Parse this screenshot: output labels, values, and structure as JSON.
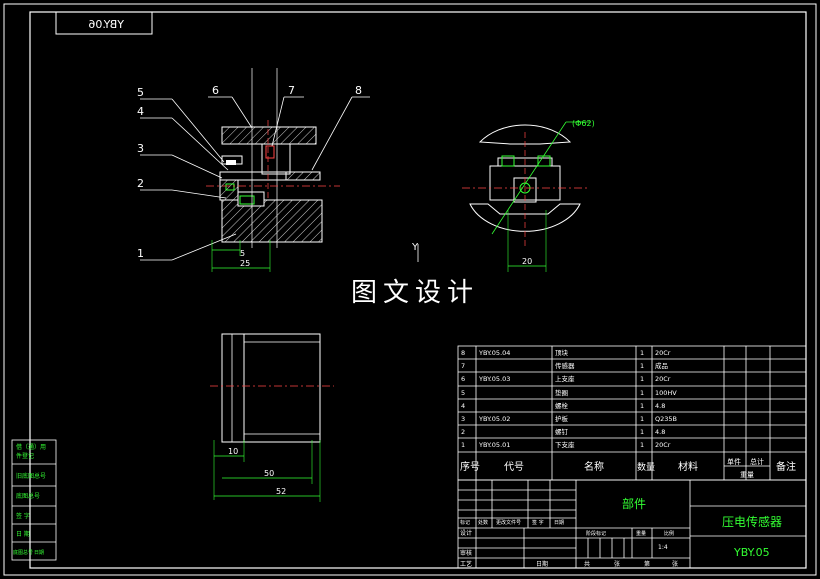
{
  "drawing_code_mirrored": "YBY.06",
  "watermark": "图文设计",
  "part_numbers": [
    "1",
    "2",
    "3",
    "4",
    "5",
    "6",
    "7",
    "8"
  ],
  "dimensions": {
    "front_5": "5",
    "front_25": "25",
    "side_dia": "(Φ62)",
    "side_20": "20",
    "plan_10": "10",
    "plan_50": "50",
    "plan_52": "52"
  },
  "axis_label": "Y",
  "bom": {
    "rows": [
      {
        "no": "8",
        "code": "YBY.05.04",
        "name": "顶块",
        "qty": "1",
        "material": "20Cr"
      },
      {
        "no": "7",
        "code": "",
        "name": "传感器",
        "qty": "1",
        "material": "成品"
      },
      {
        "no": "6",
        "code": "YBY.05.03",
        "name": "上支座",
        "qty": "1",
        "material": "20Cr"
      },
      {
        "no": "5",
        "code": "",
        "name": "垫圈",
        "qty": "1",
        "material": "100HV"
      },
      {
        "no": "4",
        "code": "",
        "name": "螺栓",
        "qty": "1",
        "material": "4.8"
      },
      {
        "no": "3",
        "code": "YBY.05.02",
        "name": "护板",
        "qty": "1",
        "material": "Q235B"
      },
      {
        "no": "2",
        "code": "",
        "name": "螺钉",
        "qty": "1",
        "material": "4.8"
      },
      {
        "no": "1",
        "code": "YBY.05.01",
        "name": "下支座",
        "qty": "1",
        "material": "20Cr"
      }
    ],
    "header": {
      "no": "序号",
      "code": "代号",
      "name": "名称",
      "qty": "数量",
      "material": "材料",
      "unit_weight": "单件",
      "total_weight": "总计",
      "weight": "重量",
      "remark": "备注"
    }
  },
  "title_block": {
    "part_label": "部件",
    "title": "压电传感器",
    "drawing_no": "YBY.05",
    "scale": "1:4",
    "mark_cols": [
      "标记",
      "处数",
      "更改文件号",
      "签 字",
      "日期"
    ],
    "design": "设计",
    "stage_cols": [
      "阶段标记",
      "重量",
      "比例"
    ],
    "review": "审核",
    "process": "工艺",
    "bottom_cols": [
      "共",
      "张",
      "第",
      "张"
    ],
    "date": "日期"
  },
  "left_strip": [
    "借（通）用",
    "件登记",
    "旧底图总号",
    "底图总号",
    "签 字",
    "日 期",
    "底图总号",
    "日期"
  ]
}
